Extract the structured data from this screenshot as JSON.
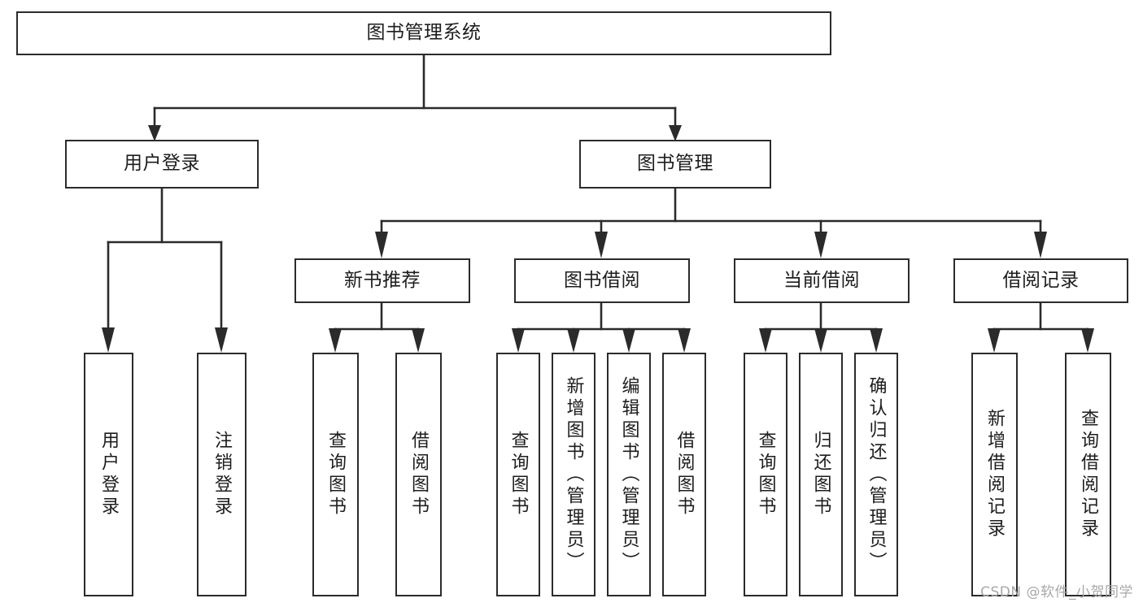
{
  "diagram": {
    "title": "图书管理系统",
    "watermark": "CSDN @软件_小贺同学",
    "line_color": "#2b2b2b",
    "box_fill": "#ffffff",
    "text_color": "#1d1d1d",
    "watermark_color": "#a8a8a8"
  },
  "nodes": {
    "root": {
      "label": "图书管理系统"
    },
    "level2": [
      {
        "label": "用户登录"
      },
      {
        "label": "图书管理"
      }
    ],
    "level3": [
      {
        "label": "新书推荐"
      },
      {
        "label": "图书借阅"
      },
      {
        "label": "当前借阅"
      },
      {
        "label": "借阅记录"
      }
    ],
    "leaves": {
      "user_login": [
        {
          "label": "用户登录"
        },
        {
          "label": "注销登录"
        }
      ],
      "new_book": [
        {
          "label": "查询图书"
        },
        {
          "label": "借阅图书"
        }
      ],
      "book_borrow": [
        {
          "label": "查询图书"
        },
        {
          "label": "新增图书（管理员）"
        },
        {
          "label": "编辑图书（管理员）"
        },
        {
          "label": "借阅图书"
        }
      ],
      "current_borrow": [
        {
          "label": "查询图书"
        },
        {
          "label": "归还图书"
        },
        {
          "label": "确认归还（管理员）"
        }
      ],
      "borrow_record": [
        {
          "label": "新增借阅记录"
        },
        {
          "label": "查询借阅记录"
        }
      ]
    }
  }
}
